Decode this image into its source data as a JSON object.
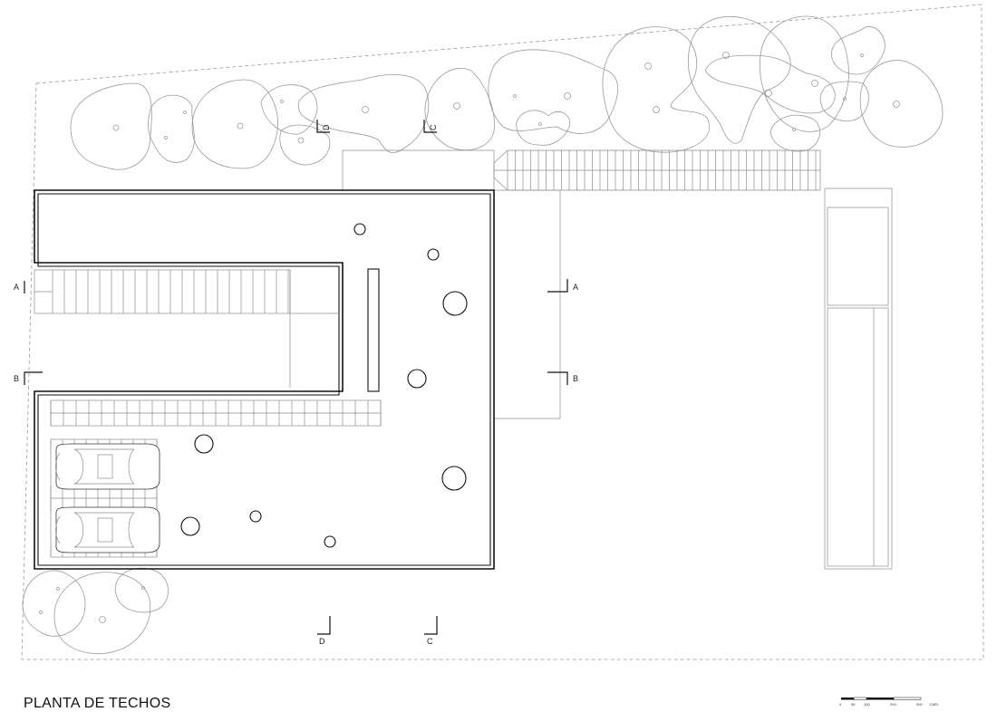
{
  "title": "PLANTA DE TECHOS",
  "section_marks": {
    "a": "A",
    "b": "B",
    "c": "C",
    "d": "D"
  },
  "scale_bar": {
    "ticks": [
      "0",
      "50",
      "100",
      "200",
      "300"
    ],
    "unit": "CMS."
  },
  "colors": {
    "lines": "#111111",
    "vegetation": "#9a9a9a",
    "site_boundary": "#9a9a9a"
  }
}
